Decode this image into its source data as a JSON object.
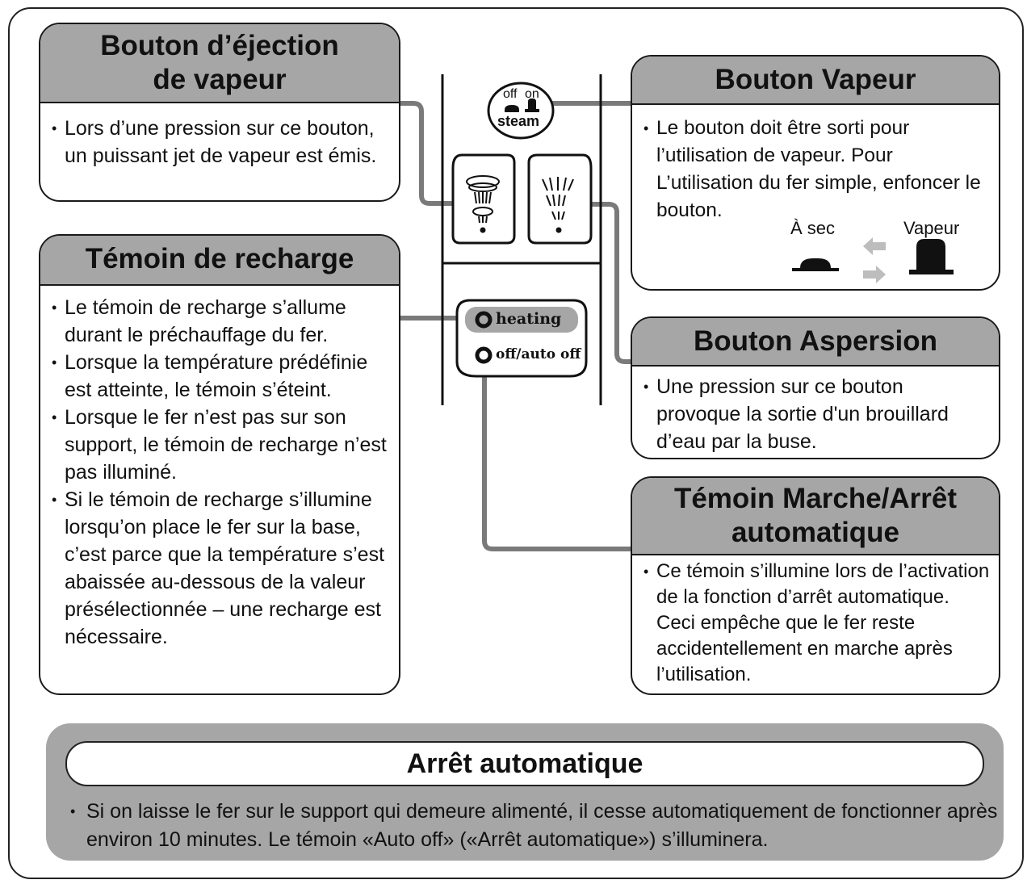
{
  "boxes": {
    "ejection": {
      "title_line1": "Bouton d’éjection",
      "title_line2": "de vapeur",
      "items": [
        "Lors d’une pression sur ce bouton, un puissant jet de vapeur est émis."
      ]
    },
    "recharge": {
      "title": "Témoin de recharge",
      "items": [
        "Le témoin de recharge s’allume durant le préchauffage du fer.",
        "Lorsque la température prédéfinie est atteinte, le témoin s’éteint.",
        "Lorsque le fer n’est pas sur son support, le témoin de recharge n’est pas illuminé.",
        "Si le témoin de recharge s’illumine lorsqu’on place le fer sur la base, c’est parce que la température s’est abaissée au-dessous de la valeur présélectionnée – une recharge est nécessaire."
      ]
    },
    "vapeur": {
      "title": "Bouton Vapeur",
      "items": [
        "Le bouton doit être sorti pour l’utilisation de vapeur. Pour L’utilisation du fer simple, enfoncer le bouton."
      ],
      "label_dry": "À sec",
      "label_steam": "Vapeur"
    },
    "aspersion": {
      "title": "Bouton Aspersion",
      "items": [
        "Une pression sur ce bouton provoque la sortie d'un brouillard d’eau par la buse."
      ]
    },
    "marche": {
      "title_line1": "Témoin Marche/Arrêt",
      "title_line2": "automatique",
      "items": [
        "Ce témoin s’illumine lors de l’activation de la fonction d’arrêt automatique. Ceci empêche que le fer reste accidentellement en marche après l’utilisation."
      ]
    }
  },
  "panel": {
    "steam_switch": {
      "off": "off",
      "on": "on",
      "label": "steam"
    },
    "heating_label": "heating",
    "autooff_label": "off/auto off"
  },
  "auto_off": {
    "title": "Arrêt automatique",
    "text": "Si on laisse le fer sur le support qui demeure alimenté, il cesse automatiquement de fonctionner après environ 10 minutes. Le témoin «Auto off» («Arrêt automatique») s’illuminera."
  },
  "colors": {
    "header_gray": "#a6a6a6",
    "connector_gray": "#7a7a7a",
    "border": "#1a1a1a"
  },
  "icons": [
    "steam-burst-icon",
    "spray-icon",
    "dry-position-icon",
    "steam-position-icon",
    "swap-arrows-icon"
  ]
}
